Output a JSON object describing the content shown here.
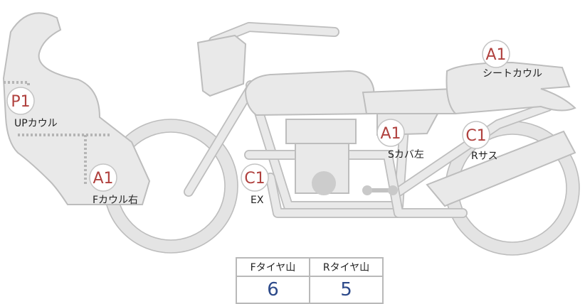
{
  "markers": [
    {
      "id": "P1",
      "grade": "P1",
      "label": "UPカウル"
    },
    {
      "id": "A1-fcowl",
      "grade": "A1",
      "label": "Fカウル右"
    },
    {
      "id": "C1-ex",
      "grade": "C1",
      "label": "EX"
    },
    {
      "id": "A1-scover",
      "grade": "A1",
      "label": "Sカバ左"
    },
    {
      "id": "A1-seat",
      "grade": "A1",
      "label": "シートカウル"
    },
    {
      "id": "C1-rsus",
      "grade": "C1",
      "label": "Rサス"
    }
  ],
  "tire_tread": {
    "headers": [
      "Fタイヤ山",
      "Rタイヤ山"
    ],
    "values": [
      "6",
      "5"
    ]
  },
  "colors": {
    "grade_text": "#b0413e",
    "tread_value": "#2d4a8a",
    "part_fill": "#e9e9e9",
    "part_outline": "#bdbdbd"
  }
}
